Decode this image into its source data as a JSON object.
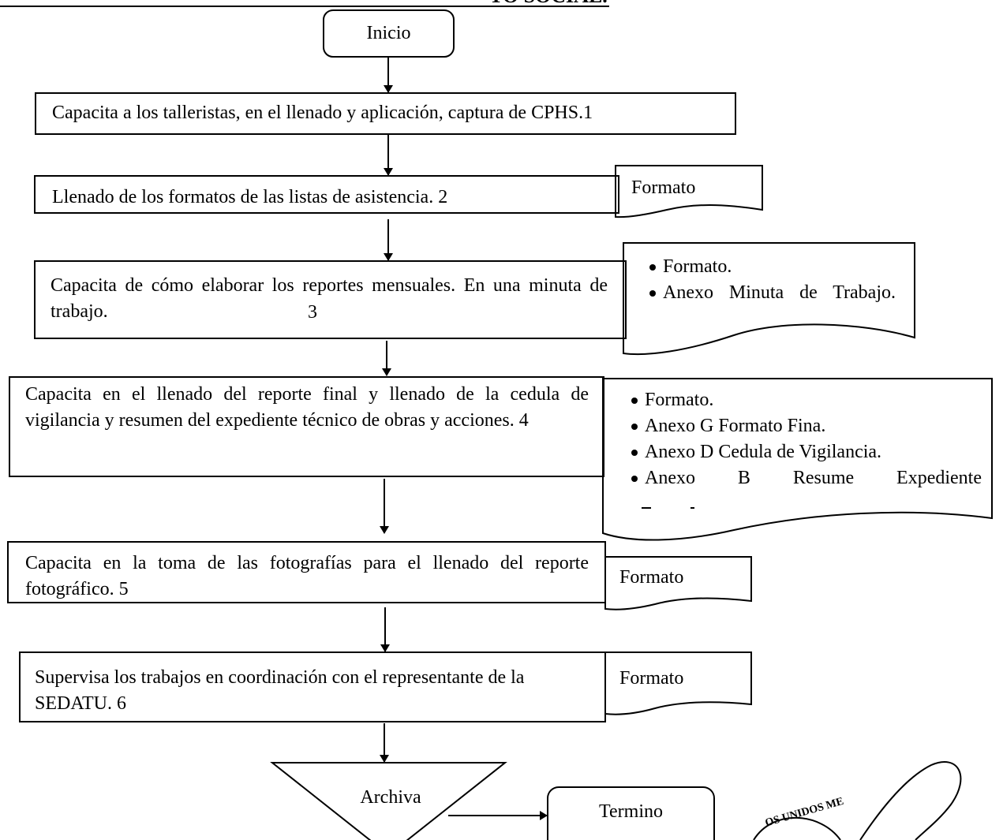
{
  "header": {
    "title_fragment": "TO SOCIAL."
  },
  "flow": {
    "start": "Inicio",
    "steps": [
      {
        "text": "Capacita a los talleristas, en el llenado y aplicación, captura de CPHS.1"
      },
      {
        "text": "Llenado de los formatos de las listas de asistencia. 2",
        "doc": [
          "Formato"
        ]
      },
      {
        "text": "Capacita de cómo elaborar los reportes mensuales. En una minuta de trabajo.",
        "num": "3",
        "doc": [
          "Formato.",
          "Anexo Minuta de Trabajo."
        ]
      },
      {
        "text": "Capacita en el llenado del reporte final y llenado de la cedula de vigilancia y resumen del expediente técnico de obras y acciones.  4",
        "doc": [
          "Formato.",
          "Anexo G Formato Fina.",
          "Anexo D Cedula de Vigilancia.",
          "Anexo B Resume Expediente"
        ]
      },
      {
        "text": "Capacita en la toma de las fotografías para el llenado del reporte fotográfico. 5",
        "doc": [
          "Formato"
        ]
      },
      {
        "text": "Supervisa los trabajos en coordinación con el representante de la SEDATU.  6",
        "doc": [
          "Formato"
        ]
      }
    ],
    "archive": "Archiva",
    "end": "Termino"
  },
  "seal": {
    "text": "OS UNIDOS ME"
  }
}
